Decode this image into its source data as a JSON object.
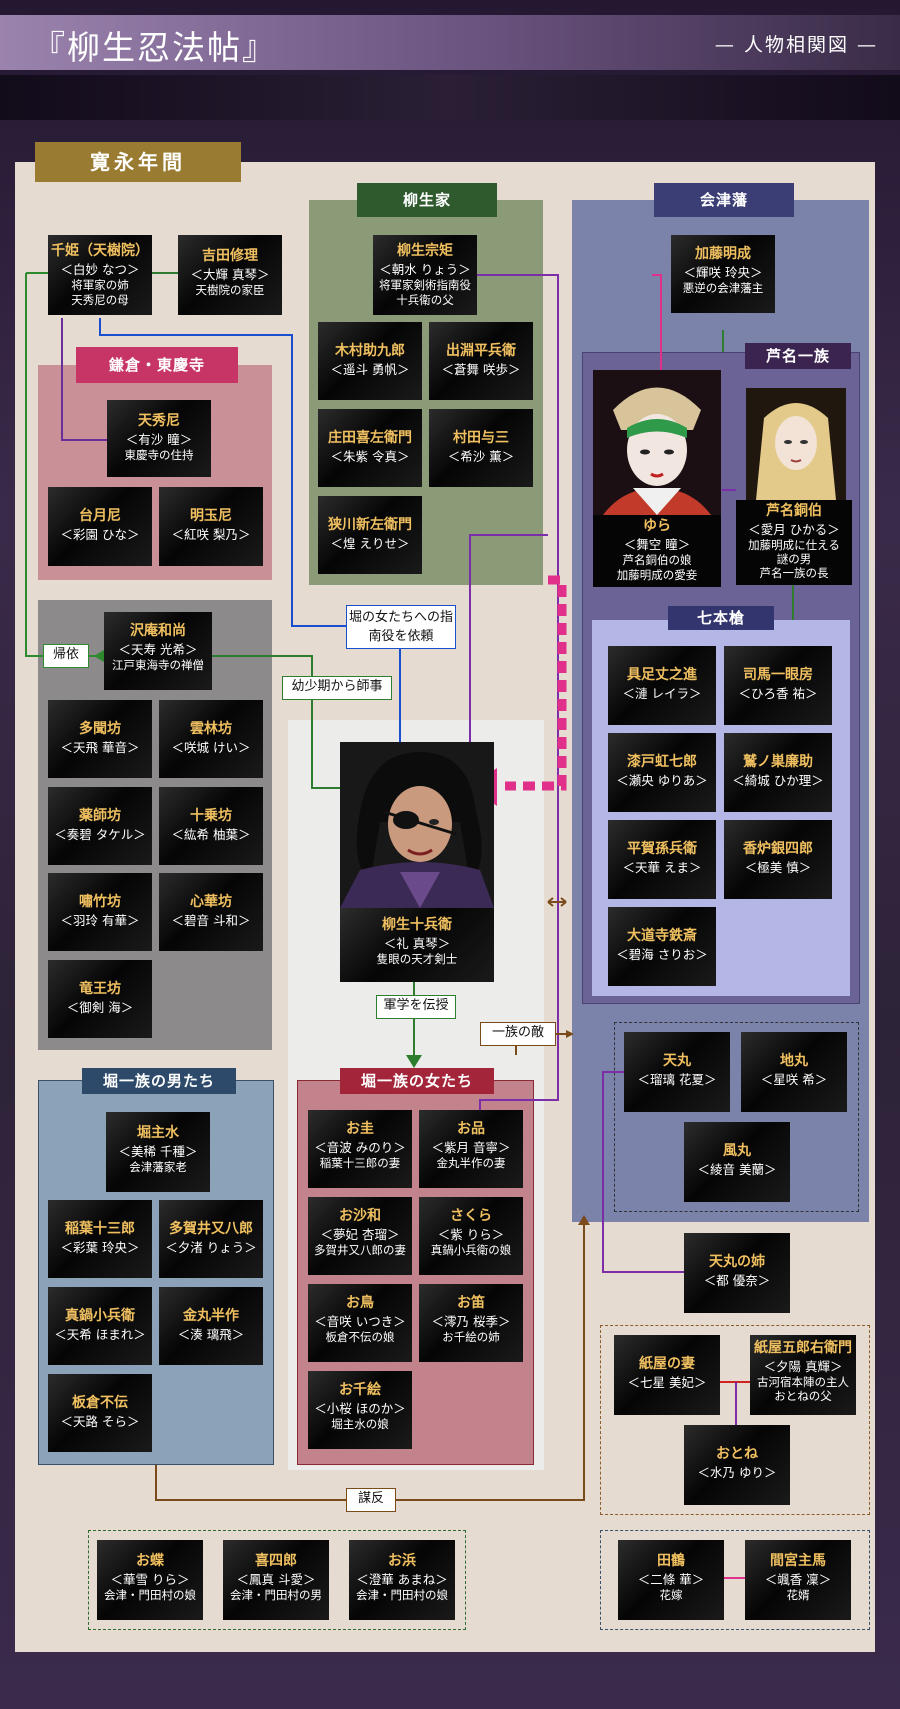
{
  "header": {
    "title": "『柳生忍法帖』",
    "subtitle": "— 人物相関図 —"
  },
  "era": "寛永年間",
  "groups": {
    "yagyu": "柳生家",
    "aizu": "会津藩",
    "ashina": "芦名一族",
    "kamakura": "鎌倉・東慶寺",
    "shichihon": "七本槍",
    "hori_men": "堀一族の男たち",
    "hori_women": "堀一族の女たち"
  },
  "labels": {
    "kie": "帰依",
    "request": "堀の女たちへの指南役を依頼",
    "youth": "幼少期から師事",
    "gungaku": "軍学を伝授",
    "enemy": "一族の敵",
    "rebellion": "謀反"
  },
  "people": {
    "senhime": {
      "name": "千姫（天樹院）",
      "actor": "＜白妙 なつ＞",
      "desc": "将軍家の姉\n天秀尼の母"
    },
    "yoshida": {
      "name": "吉田修理",
      "actor": "＜大輝 真琴＞",
      "desc": "天樹院の家臣"
    },
    "tenshuni": {
      "name": "天秀尼",
      "actor": "＜有沙 瞳＞",
      "desc": "東慶寺の住持"
    },
    "taigetsuni": {
      "name": "台月尼",
      "actor": "＜彩園 ひな＞",
      "desc": ""
    },
    "myogyokuni": {
      "name": "明玉尼",
      "actor": "＜紅咲 梨乃＞",
      "desc": ""
    },
    "takuan": {
      "name": "沢庵和尚",
      "actor": "＜天寿 光希＞",
      "desc": "江戸東海寺の禅僧"
    },
    "tamonbo": {
      "name": "多聞坊",
      "actor": "＜天飛 華音＞",
      "desc": ""
    },
    "unrinbo": {
      "name": "雲林坊",
      "actor": "＜咲城 けい＞",
      "desc": ""
    },
    "yakushibo": {
      "name": "薬師坊",
      "actor": "＜奏碧 タケル＞",
      "desc": ""
    },
    "jujobo": {
      "name": "十乗坊",
      "actor": "＜紘希 柚葉＞",
      "desc": ""
    },
    "shochikubo": {
      "name": "嘯竹坊",
      "actor": "＜羽玲 有華＞",
      "desc": ""
    },
    "shinkebo": {
      "name": "心華坊",
      "actor": "＜碧音 斗和＞",
      "desc": ""
    },
    "ryuobo": {
      "name": "竜王坊",
      "actor": "＜御剣 海＞",
      "desc": ""
    },
    "munenori": {
      "name": "柳生宗矩",
      "actor": "＜朝水 りょう＞",
      "desc": "将軍家剣術指南役\n十兵衛の父"
    },
    "kimura": {
      "name": "木村助九郎",
      "actor": "＜遥斗 勇帆＞",
      "desc": ""
    },
    "idebuchi": {
      "name": "出淵平兵衛",
      "actor": "＜蒼舞 咲歩＞",
      "desc": ""
    },
    "shoda": {
      "name": "庄田喜左衛門",
      "actor": "＜朱紫 令真＞",
      "desc": ""
    },
    "murata": {
      "name": "村田与三",
      "actor": "＜希沙 薫＞",
      "desc": ""
    },
    "sayama": {
      "name": "狭川新左衛門",
      "actor": "＜煌 えりせ＞",
      "desc": ""
    },
    "jubei": {
      "name": "柳生十兵衛",
      "actor": "＜礼 真琴＞",
      "desc": "隻眼の天才剣士"
    },
    "kato": {
      "name": "加藤明成",
      "actor": "＜輝咲 玲央＞",
      "desc": "悪逆の会津藩主"
    },
    "yura": {
      "name": "ゆら",
      "actor": "＜舞空 瞳＞",
      "desc": "芦名銅伯の娘\n加藤明成の愛妾"
    },
    "dohaku": {
      "name": "芦名銅伯",
      "actor": "＜愛月 ひかる＞",
      "desc": "加藤明成に仕える\n謎の男\n芦名一族の長"
    },
    "gusoku": {
      "name": "具足丈之進",
      "actor": "＜漣 レイラ＞",
      "desc": ""
    },
    "shiba": {
      "name": "司馬一眼房",
      "actor": "＜ひろ香 祐＞",
      "desc": ""
    },
    "urushido": {
      "name": "漆戸虹七郎",
      "actor": "＜瀬央 ゆりあ＞",
      "desc": ""
    },
    "washinosu": {
      "name": "鷲ノ巣廉助",
      "actor": "＜綺城 ひか理＞",
      "desc": ""
    },
    "hiraga": {
      "name": "平賀孫兵衛",
      "actor": "＜天華 えま＞",
      "desc": ""
    },
    "koro": {
      "name": "香炉銀四郎",
      "actor": "＜極美 慎＞",
      "desc": ""
    },
    "daidoji": {
      "name": "大道寺鉄斎",
      "actor": "＜碧海 さりお＞",
      "desc": ""
    },
    "tenmaru": {
      "name": "天丸",
      "actor": "＜瑠璃 花夏＞",
      "desc": ""
    },
    "chimaru": {
      "name": "地丸",
      "actor": "＜星咲 希＞",
      "desc": ""
    },
    "fumaru": {
      "name": "風丸",
      "actor": "＜綾音 美蘭＞",
      "desc": ""
    },
    "tenmaru_ane": {
      "name": "天丸の姉",
      "actor": "＜都 優奈＞",
      "desc": ""
    },
    "horimondo": {
      "name": "堀主水",
      "actor": "＜美稀 千種＞",
      "desc": "会津藩家老"
    },
    "inaba": {
      "name": "稲葉十三郎",
      "actor": "＜彩葉 玲央＞",
      "desc": ""
    },
    "taga": {
      "name": "多賀井又八郎",
      "actor": "＜夕渚 りょう＞",
      "desc": ""
    },
    "manabe": {
      "name": "真鍋小兵衛",
      "actor": "＜天希 ほまれ＞",
      "desc": ""
    },
    "kanamaru": {
      "name": "金丸半作",
      "actor": "＜湊 璃飛＞",
      "desc": ""
    },
    "itakura": {
      "name": "板倉不伝",
      "actor": "＜天路 そら＞",
      "desc": ""
    },
    "okei": {
      "name": "お圭",
      "actor": "＜音波 みのり＞",
      "desc": "稲葉十三郎の妻"
    },
    "oshina": {
      "name": "お品",
      "actor": "＜紫月 音寧＞",
      "desc": "金丸半作の妻"
    },
    "osawa": {
      "name": "お沙和",
      "actor": "＜夢妃 杏瑠＞",
      "desc": "多賀井又八郎の妻"
    },
    "sakura": {
      "name": "さくら",
      "actor": "＜紫 りら＞",
      "desc": "真鍋小兵衛の娘"
    },
    "otori": {
      "name": "お鳥",
      "actor": "＜音咲 いつき＞",
      "desc": "板倉不伝の娘"
    },
    "ofue": {
      "name": "お笛",
      "actor": "＜澪乃 桜季＞",
      "desc": "お千絵の姉"
    },
    "ochie": {
      "name": "お千絵",
      "actor": "＜小桜 ほのか＞",
      "desc": "堀主水の娘"
    },
    "kamiya_tsuma": {
      "name": "紙屋の妻",
      "actor": "＜七星 美妃＞",
      "desc": ""
    },
    "kamiya": {
      "name": "紙屋五郎右衛門",
      "actor": "＜夕陽 真輝＞",
      "desc": "古河宿本陣の主人\nおとねの父"
    },
    "otone": {
      "name": "おとね",
      "actor": "＜水乃 ゆり＞",
      "desc": ""
    },
    "ocho": {
      "name": "お蝶",
      "actor": "＜華雪 りら＞",
      "desc": "会津・門田村の娘"
    },
    "kishiro": {
      "name": "喜四郎",
      "actor": "＜鳳真 斗愛＞",
      "desc": "会津・門田村の男"
    },
    "ohama": {
      "name": "お浜",
      "actor": "＜澄華 あまね＞",
      "desc": "会津・門田村の娘"
    },
    "tazu": {
      "name": "田鶴",
      "actor": "＜二條 華＞",
      "desc": "花嫁"
    },
    "mamiya": {
      "name": "間宮主馬",
      "actor": "＜颯香 凜＞",
      "desc": "花婿"
    }
  },
  "colors": {
    "yagyu": "#2e5a2e",
    "aizu": "#3a3e74",
    "ashina": "#3c2450",
    "kamakura": "#c73566",
    "shichihon": "#33356e",
    "hori_men": "#2d4a6a",
    "hori_women": "#a32539",
    "era": "#9a7b32"
  }
}
